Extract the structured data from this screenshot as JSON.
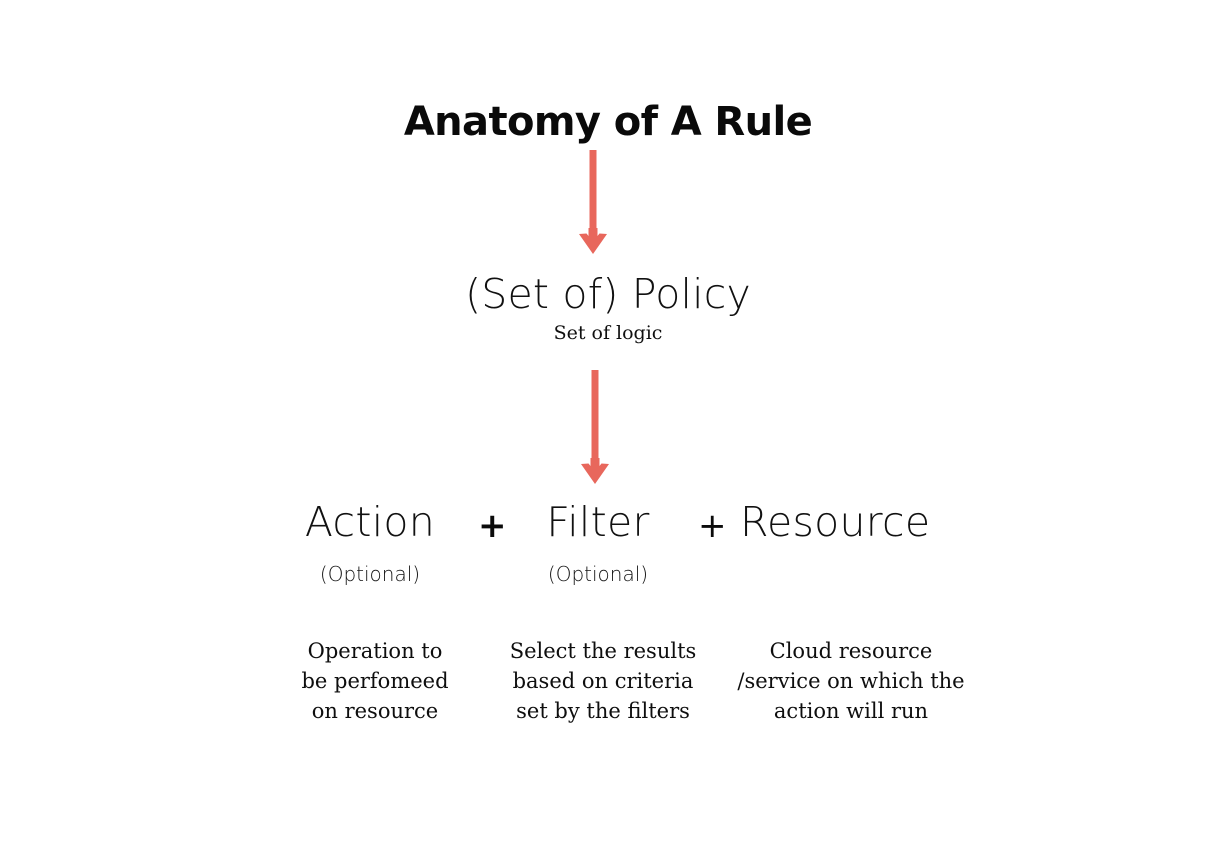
{
  "diagram": {
    "title": "Anatomy of A Rule",
    "accent_color": "#E8675C",
    "background_color": "#FFFFFF",
    "text_color": "#111111",
    "policy": {
      "label": "(Set of) Policy",
      "sublabel": "Set of logic"
    },
    "arrows": [
      {
        "name": "title-to-policy",
        "direction": "down",
        "color": "#E8675C"
      },
      {
        "name": "policy-to-terms",
        "direction": "down",
        "color": "#E8675C"
      }
    ],
    "operators": {
      "plus_1": "+",
      "plus_2": "+"
    },
    "terms": [
      {
        "label": "Action",
        "optional_label": "(Optional)",
        "description": "Operation to\nbe perfomeed\non resource"
      },
      {
        "label": "Filter",
        "optional_label": "(Optional)",
        "description": "Select the results\nbased on criteria\nset by the filters"
      },
      {
        "label": "Resource",
        "optional_label": "",
        "description": "Cloud resource\n/service on which the\naction will run"
      }
    ]
  }
}
